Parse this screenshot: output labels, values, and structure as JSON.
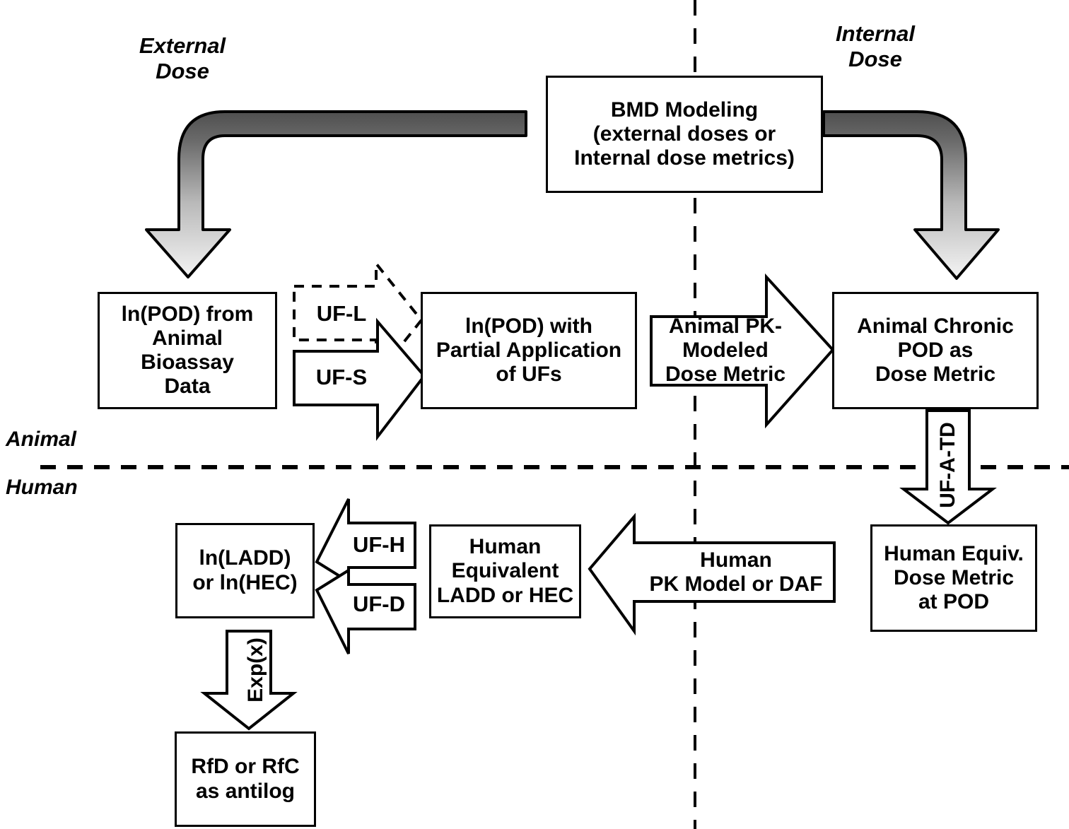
{
  "figure": {
    "type": "flowchart",
    "title_labels": {
      "external_dose": "External\nDose",
      "internal_dose": "Internal\nDose"
    },
    "axis_labels": {
      "animal": "Animal",
      "human": "Human"
    }
  },
  "boxes": {
    "bmd_modeling": "BMD Modeling\n(external doses or\nInternal dose metrics)",
    "pod_animal_bioassay": "ln(POD) from\nAnimal\nBioassay\nData",
    "pod_partial_ufs": "ln(POD) with\nPartial Application\nof UFs",
    "animal_chronic_pod": "Animal Chronic\nPOD as\nDose Metric",
    "human_equiv_dose_metric": "Human Equiv.\nDose Metric\nat POD",
    "human_equivalent_ladd": "Human\nEquivalent\nLADD or HEC",
    "ln_ladd_or_hec": "ln(LADD)\nor ln(HEC)",
    "rfd_or_rfc": "RfD or RfC\nas antilog"
  },
  "arrows": {
    "uf_l": "UF-L",
    "uf_s": "UF-S",
    "animal_pk_modeled": "Animal PK-\nModeled\nDose Metric",
    "uf_a_td": "UF-A-TD",
    "human_pk_model_daf": "Human\nPK Model or DAF",
    "uf_h": "UF-H",
    "uf_d": "UF-D",
    "exp_x": "Exp(x)"
  },
  "colors": {
    "stroke": "#000000",
    "fill": "#ffffff",
    "gradient_dark": "#5a5a5a",
    "gradient_light": "#f2f2f2"
  }
}
